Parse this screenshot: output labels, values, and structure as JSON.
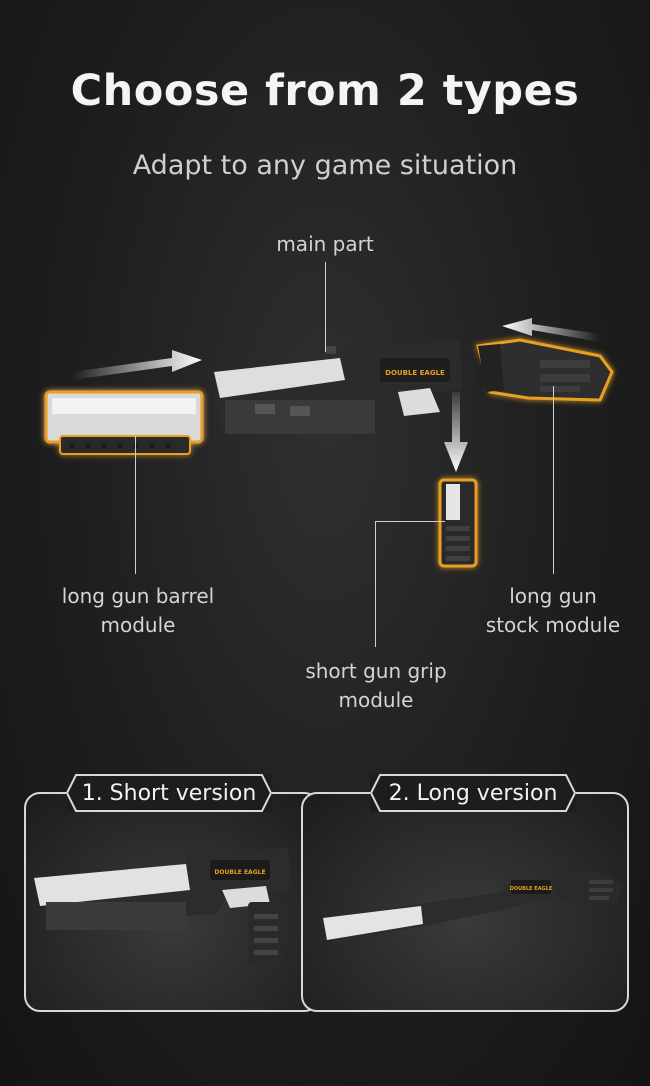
{
  "header": {
    "title": "Choose from 2 types",
    "subtitle": "Adapt to any game situation"
  },
  "diagram": {
    "main_part_label": "main part",
    "barrel_label_line1": "long gun barrel",
    "barrel_label_line2": "module",
    "stock_label_line1": "long gun",
    "stock_label_line2": "stock module",
    "grip_label_line1": "short gun grip",
    "grip_label_line2": "module",
    "brand_mark": "DOUBLE EAGLE",
    "accent_color": "#e8a020"
  },
  "versions": [
    {
      "label": "1. Short version"
    },
    {
      "label": "2. Long version"
    }
  ]
}
